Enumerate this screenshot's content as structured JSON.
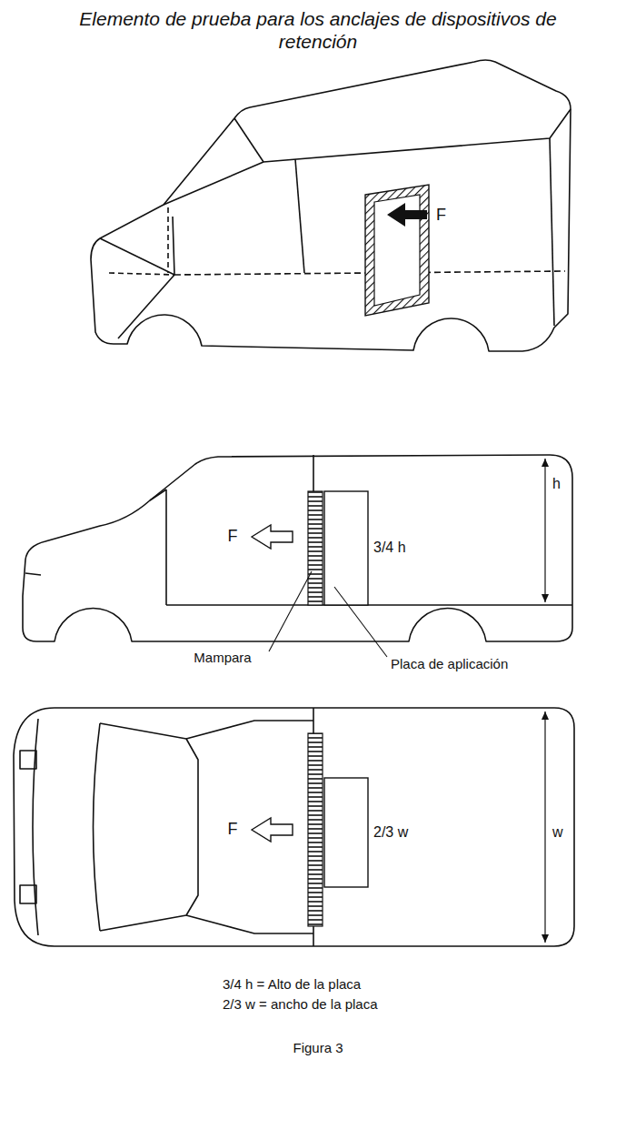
{
  "diagram": {
    "title": "Elemento de prueba para los anclajes de dispositivos de retención",
    "caption": "Figura 3",
    "labels": [
      "F",
      "F",
      "3/4 h",
      "h",
      "Mampara",
      "Placa de aplicación",
      "F",
      "2/3 w",
      "w",
      "3/4 h = Alto de la placa",
      "2/3 w = ancho de la placa"
    ]
  }
}
